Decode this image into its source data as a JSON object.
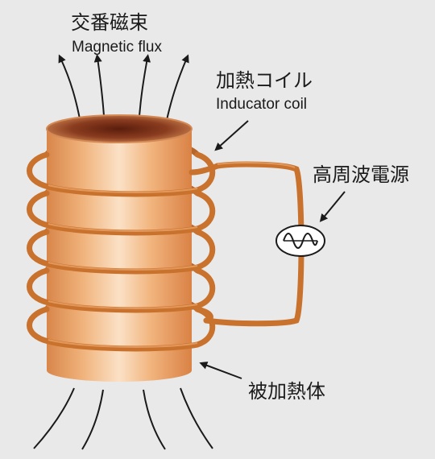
{
  "labels": {
    "flux_jp": "交番磁束",
    "flux_en": "Magnetic flux",
    "coil_jp": "加熱コイル",
    "coil_en": "Inducator coil",
    "power_jp": "高周波電源",
    "object_jp": "被加熱体"
  },
  "colors": {
    "background": "#e9e9e9",
    "coil": "#c9722d",
    "cylinder": "#e8a566",
    "cylinder_top": "#6e2410",
    "ink": "#1a1a1a"
  },
  "icons": [
    "ac-source-icon"
  ]
}
